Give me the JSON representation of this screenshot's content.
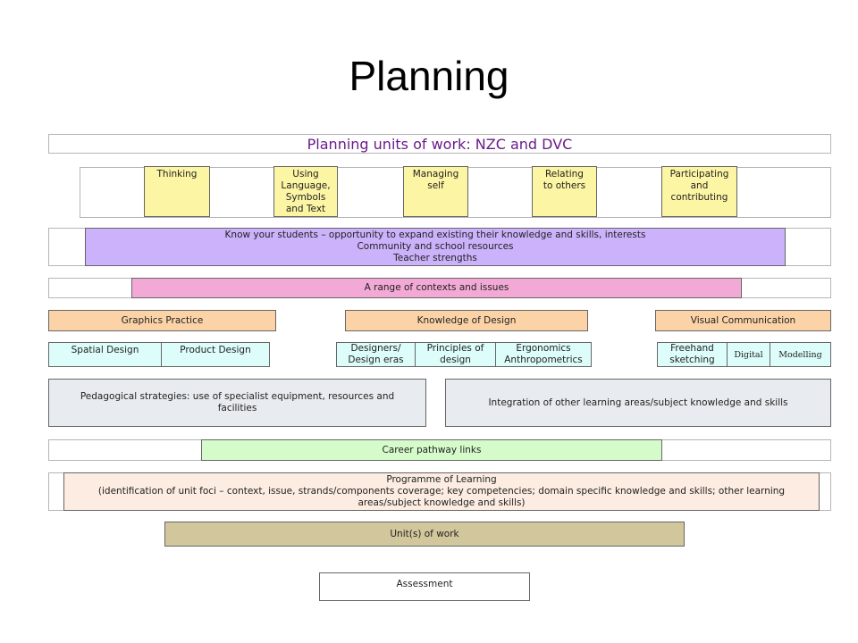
{
  "slide": {
    "title": "Planning"
  },
  "diagram": {
    "header": "Planning units of work: NZC and DVC",
    "competencies": [
      "Thinking",
      "Using\nLanguage,\nSymbols\nand Text",
      "Managing\nself",
      "Relating\nto others",
      "Participating\nand\ncontributing"
    ],
    "know_students": "Know your students – opportunity to expand existing their knowledge and skills, interests\nCommunity and school resources\nTeacher strengths",
    "contexts": "A range of contexts and issues",
    "strands": [
      "Graphics Practice",
      "Knowledge of Design",
      "Visual Communication"
    ],
    "graphics_sub": [
      "Spatial Design",
      "Product Design"
    ],
    "knowledge_sub": [
      "Designers/\nDesign eras",
      "Principles of\ndesign",
      "Ergonomics\nAnthropometrics"
    ],
    "visual_sub": [
      "Freehand\nsketching",
      "Digital",
      "Modelling"
    ],
    "pedagogical": "Pedagogical strategies: use of specialist equipment, resources and facilities",
    "integration": "Integration of other learning areas/subject knowledge and skills",
    "career": "Career pathway links",
    "programme": "Programme of Learning\n(identification of unit foci – context, issue, strands/components coverage; key competencies; domain specific knowledge and skills; other learning areas/subject knowledge and skills)",
    "units": "Unit(s) of work",
    "assessment": "Assessment"
  }
}
